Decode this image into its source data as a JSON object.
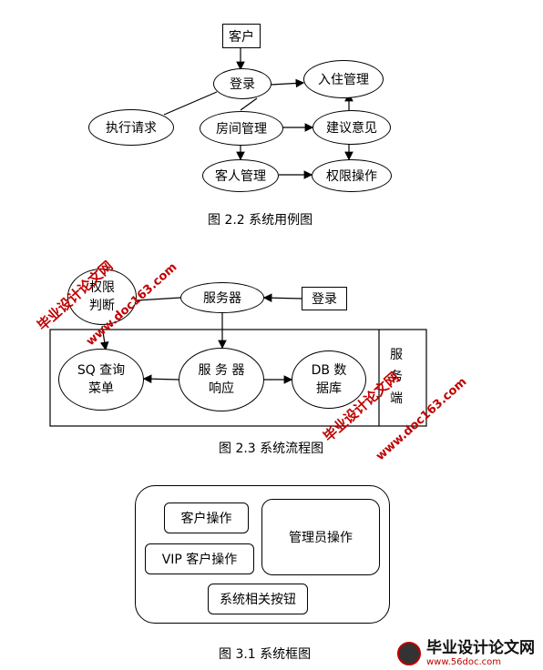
{
  "diagram1": {
    "nodes": {
      "customer": "客户",
      "login": "登录",
      "checkin": "入住管理",
      "execute": "执行请求",
      "room": "房间管理",
      "suggest": "建议意见",
      "guest": "客人管理",
      "permission": "权限操作"
    },
    "caption": "图 2.2  系统用例图"
  },
  "diagram2": {
    "nodes": {
      "perm_judge": "权限\n判断",
      "server": "服务器",
      "login": "登录",
      "sql_menu": "SQ 查询\n菜单",
      "server_response": "服 务 器\n响应",
      "db": "DB 数\n据库",
      "server_end": "服\n务\n端"
    },
    "caption": "图 2.3 系统流程图"
  },
  "diagram3": {
    "nodes": {
      "customer_op": "客户操作",
      "vip_op": "VIP 客户操作",
      "admin_op": "管理员操作",
      "system_buttons": "系统相关按钮"
    },
    "caption": "图 3.1  系统框图"
  },
  "watermark": {
    "text1": "毕业设计论文网",
    "text2": "www.doc163.com",
    "logo_title": "毕业设计论文网",
    "logo_url": "www.56doc.com"
  },
  "colors": {
    "watermark": "#c00000",
    "line": "#000000"
  }
}
